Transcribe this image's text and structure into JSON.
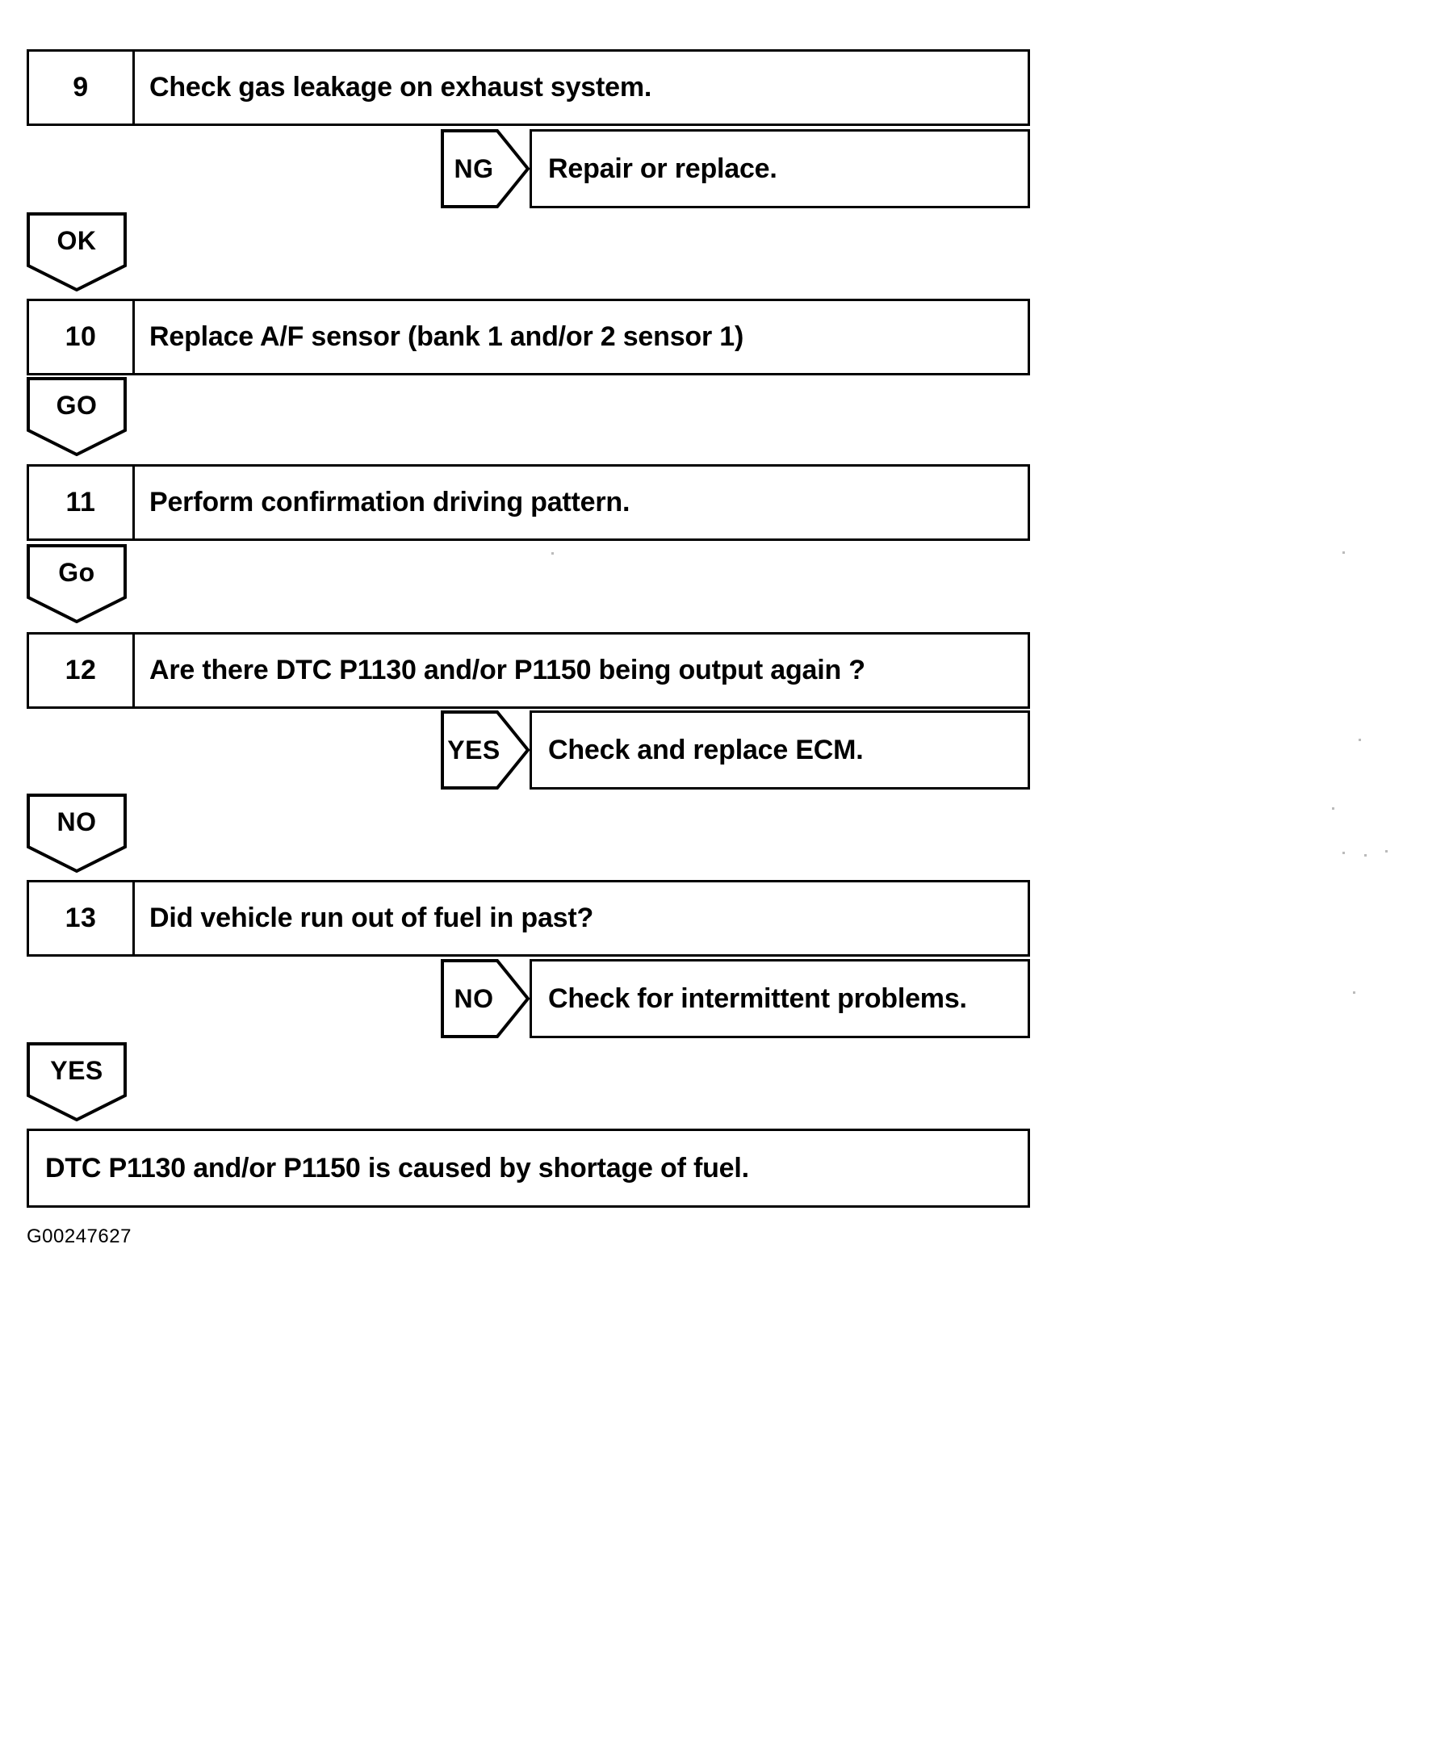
{
  "document": {
    "type": "diagnostic-flowchart",
    "figure_id": "G00247627"
  },
  "steps": [
    {
      "number": "9",
      "text": "Check gas leakage on exhaust system."
    },
    {
      "number": "10",
      "text": "Replace A/F sensor (bank 1 and/or 2 sensor 1)"
    },
    {
      "number": "11",
      "text": "Perform confirmation driving pattern."
    },
    {
      "number": "12",
      "text": "Are there DTC P1130 and/or P1150 being output again ?"
    },
    {
      "number": "13",
      "text": "Did vehicle run out of fuel in past?"
    }
  ],
  "branches": {
    "step9_fail": {
      "label": "NG",
      "result": "Repair or replace."
    },
    "step9_pass": {
      "label": "OK"
    },
    "step10_next": {
      "label": "GO"
    },
    "step11_next": {
      "label": "Go"
    },
    "step12_yes": {
      "label": "YES",
      "result": "Check and replace ECM."
    },
    "step12_no": {
      "label": "NO"
    },
    "step13_no": {
      "label": "NO",
      "result": "Check for intermittent problems."
    },
    "step13_yes": {
      "label": "YES"
    }
  },
  "conclusion": {
    "text": "DTC P1130 and/or P1150 is caused by shortage of fuel."
  }
}
